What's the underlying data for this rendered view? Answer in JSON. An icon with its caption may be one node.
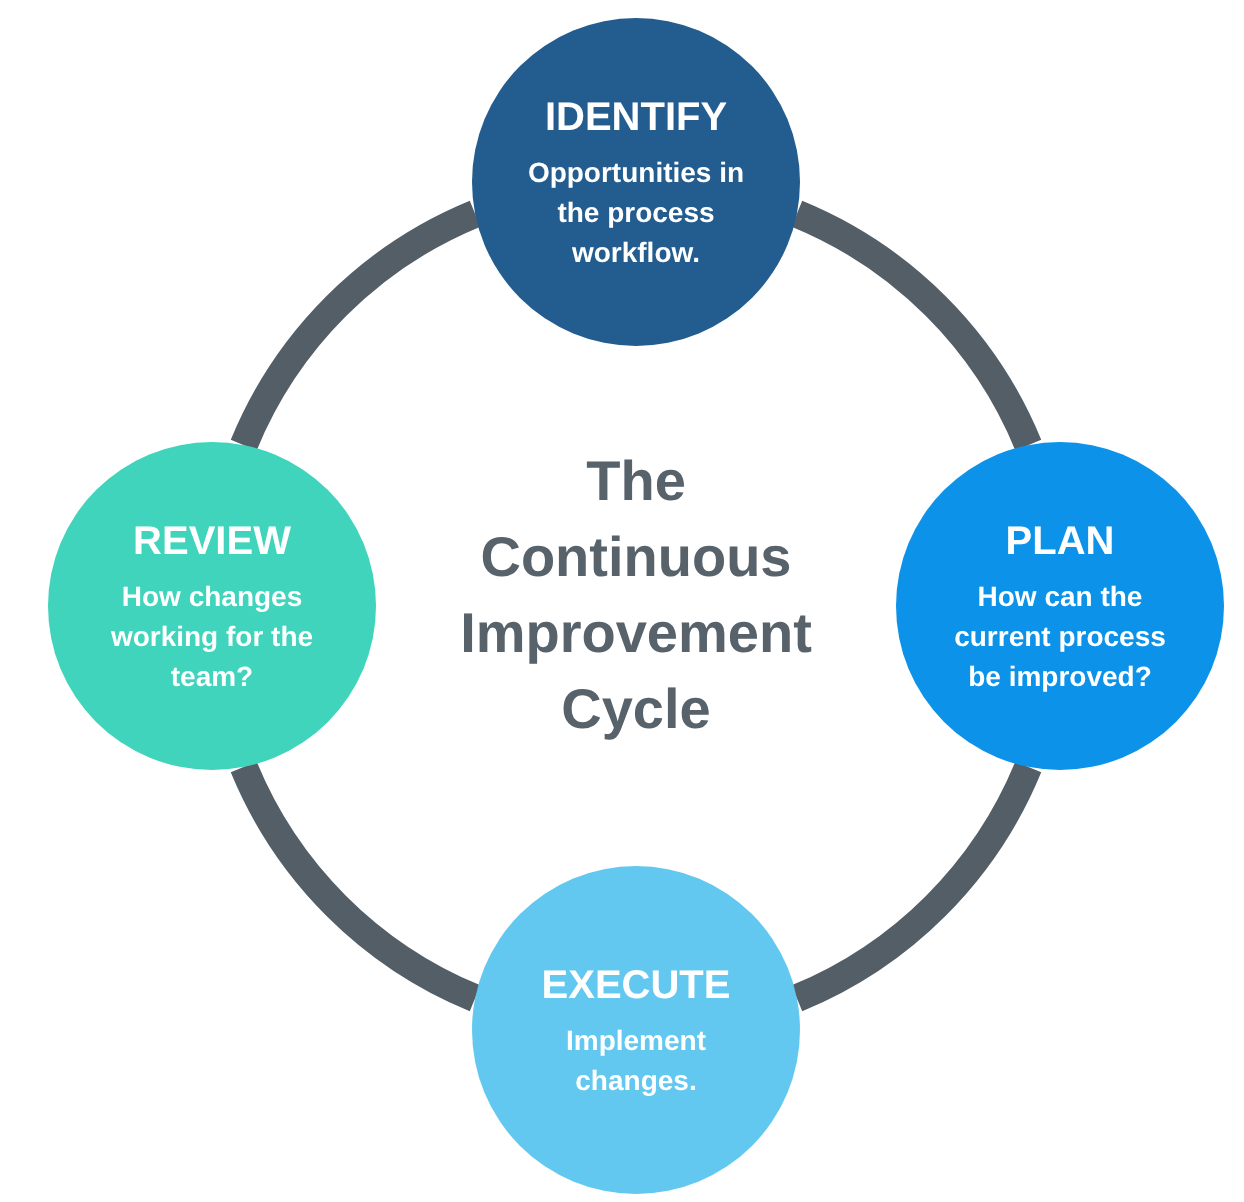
{
  "diagram": {
    "title": "The Continuous Improvement Cycle",
    "nodes": [
      {
        "text": [
          "IDENTIFY",
          "Opportunities in the process workflow."
        ]
      },
      {
        "text": [
          "REVIEW",
          "How changes working for the team?"
        ]
      },
      {
        "text": [
          "PLAN",
          "How can the current process be improved?"
        ]
      },
      {
        "text": [
          "EXECUTE",
          "Implement changes."
        ]
      }
    ],
    "edges": [
      {
        "from": 0,
        "to": 2,
        "arrow": "none"
      },
      {
        "from": 2,
        "to": 3,
        "arrow": "none"
      },
      {
        "from": 3,
        "to": 1,
        "arrow": "none"
      },
      {
        "from": 1,
        "to": 0,
        "arrow": "none"
      }
    ]
  }
}
